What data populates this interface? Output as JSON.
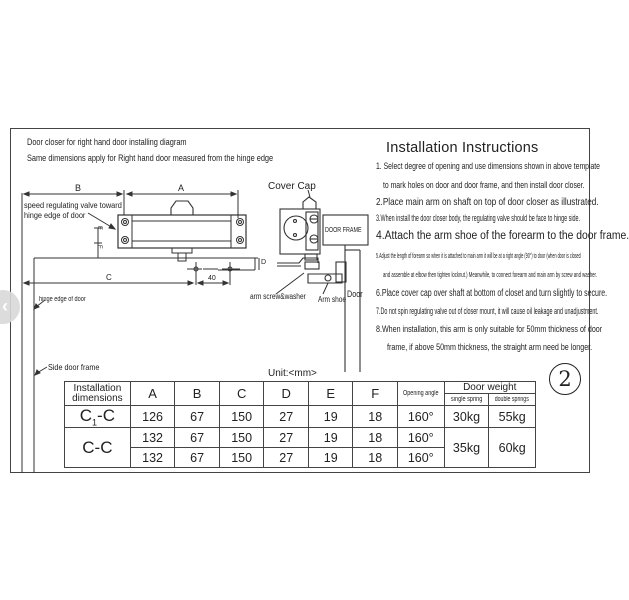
{
  "diagram": {
    "header_line1": "Door closer for right hand door installing diagram",
    "header_line2": "Same dimensions apply for Right hand door measured from the hinge edge",
    "labels": {
      "dim_a": "A",
      "dim_b": "B",
      "dim_c": "C",
      "dim_d": "D",
      "dim_e": "E",
      "dim_f": "F",
      "dim_40": "40",
      "speed_valve_1": "speed regulating valve toward",
      "speed_valve_2": "hinge edge of door",
      "hinge_edge": "hinge edge of door",
      "side_door_frame": "Side door frame",
      "cover_cap": "Cover Cap",
      "door_frame": "DOOR FRAME",
      "door": "Door",
      "arm_screw": "arm screw&washer",
      "arm_shoe": "Arm shoe"
    },
    "page_number": "2"
  },
  "instructions": {
    "title": "Installation Instructions",
    "lines": [
      "1. Select degree of opening and use dimensions shown in above template",
      "to mark holes on door and door frame, and then install door closer.",
      "2.Place main arm on shaft on top of door closer as illustrated.",
      "3.When install the door closer body, the regulating valve should be face to hinge side.",
      "4.Attach the arm shoe of the forearm to the door frame.",
      "5.Adjust the length of forearm so when it is attached to main arm it will be at a right angle (90°) to door (when door is closed",
      "and assemble at elbow then tighten locknut.) Meanwhile, to connect forearm and main arm by screw and washer.",
      "6.Place cover cap over shaft at bottom of closet and turn slightly to secure.",
      "7.Do not spin regulating valve out of closer mount, it will cause oil leakage and unadjustment.",
      "8.When installation, this arm is only suitable for 50mm thickness of door",
      "frame, if above 50mm thickness, the straight arm need be longer."
    ]
  },
  "table": {
    "unit": "Unit:<mm>",
    "header_model": "Installation dimensions",
    "headers": [
      "A",
      "B",
      "C",
      "D",
      "E",
      "F"
    ],
    "header_angle": "Opening angle",
    "header_weight": "Door weight",
    "header_single": "single spring",
    "header_double": "double springs",
    "rows": [
      {
        "model": "C1-C",
        "values": [
          "126",
          "67",
          "150",
          "27",
          "19",
          "18"
        ],
        "angle": "160°",
        "single": "30kg",
        "double": "55kg"
      },
      {
        "model": "C-C",
        "values": [
          "132",
          "67",
          "150",
          "27",
          "19",
          "18"
        ],
        "angle": "160°",
        "single": "35kg",
        "double": "60kg"
      },
      {
        "model": "",
        "values": [
          "132",
          "67",
          "150",
          "27",
          "19",
          "18"
        ],
        "angle": "160°"
      }
    ]
  },
  "navigation": {
    "prev_icon": "chevron-left-icon"
  }
}
